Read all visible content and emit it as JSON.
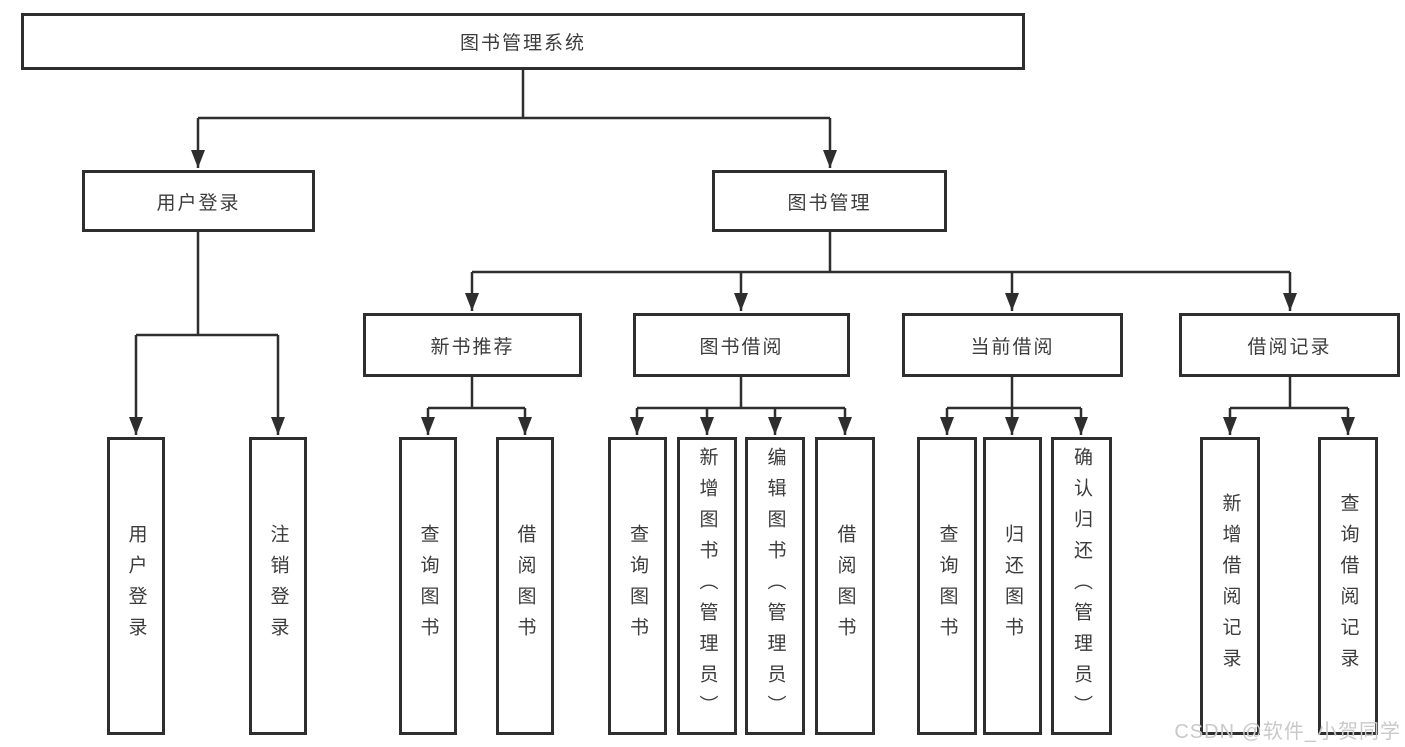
{
  "tree": {
    "label": "图书管理系统",
    "children": [
      {
        "label": "用户登录",
        "children": [
          {
            "label": "用户登录"
          },
          {
            "label": "注销登录"
          }
        ]
      },
      {
        "label": "图书管理",
        "children": [
          {
            "label": "新书推荐",
            "children": [
              {
                "label": "查询图书"
              },
              {
                "label": "借阅图书"
              }
            ]
          },
          {
            "label": "图书借阅",
            "children": [
              {
                "label": "查询图书"
              },
              {
                "label": "新增图书（管理员）"
              },
              {
                "label": "编辑图书（管理员）"
              },
              {
                "label": "借阅图书"
              }
            ]
          },
          {
            "label": "当前借阅",
            "children": [
              {
                "label": "查询图书"
              },
              {
                "label": "归还图书"
              },
              {
                "label": "确认归还（管理员）"
              }
            ]
          },
          {
            "label": "借阅记录",
            "children": [
              {
                "label": "新增借阅记录"
              },
              {
                "label": "查询借阅记录"
              }
            ]
          }
        ]
      }
    ]
  },
  "watermark": {
    "text": "CSDN @软件_小贺同学",
    "color": "#c9c9c9"
  },
  "colors": {
    "line": "#2e2e2e",
    "box_border": "#2e2e2e",
    "box_background": "#ffffff",
    "text": "#3c3c3c",
    "page_background": "#ffffff"
  }
}
